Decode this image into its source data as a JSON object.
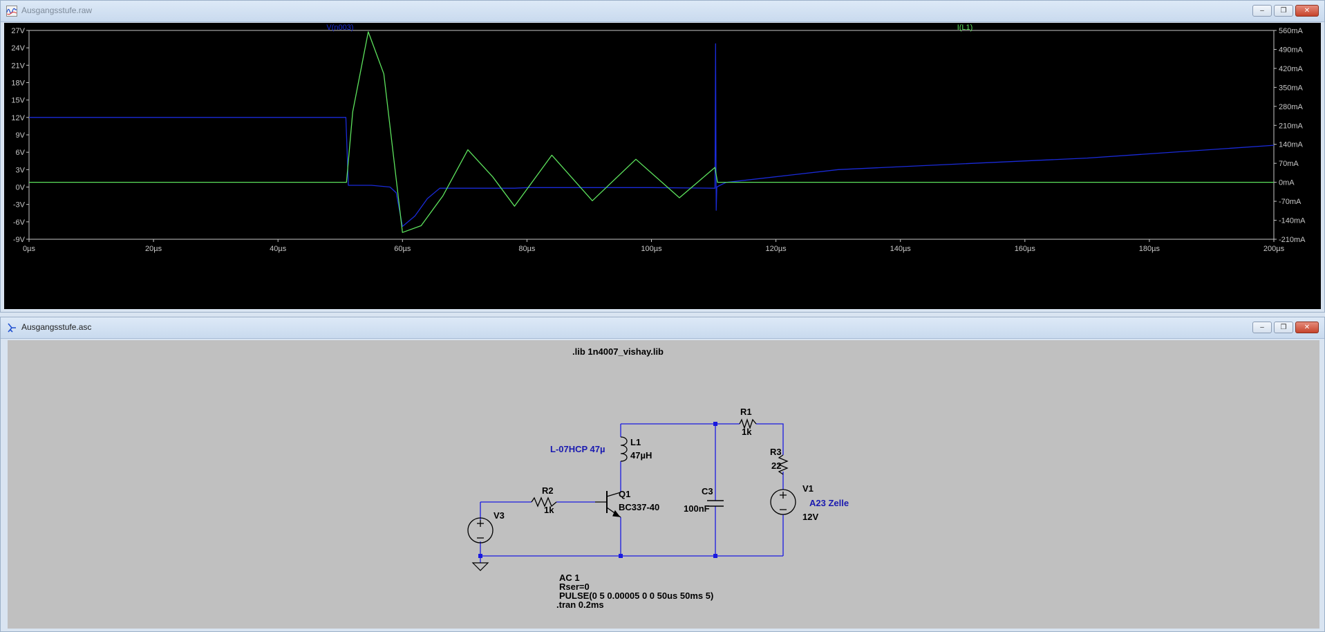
{
  "waveform_window": {
    "title": "Ausgangsstufe.raw",
    "trace_labels": {
      "voltage": "V(n003)",
      "current": "I(L1)"
    }
  },
  "schematic_window": {
    "title": "Ausgangsstufe.asc",
    "directives": {
      "lib": ".lib 1n4007_vishay.lib",
      "ac": "AC 1",
      "rser": "Rser=0",
      "pulse": "PULSE(0 5 0.00005 0 0 50us 50ms 5)",
      "tran": ".tran 0.2ms"
    },
    "components": {
      "R1": {
        "name": "R1",
        "value": "1k"
      },
      "R2": {
        "name": "R2",
        "value": "1k"
      },
      "R3": {
        "name": "R3",
        "value": "22"
      },
      "L1": {
        "name": "L1",
        "value": "47µH",
        "model": "L-07HCP 47µ"
      },
      "Q1": {
        "name": "Q1",
        "value": "BC337-40"
      },
      "C3": {
        "name": "C3",
        "value": "100nF"
      },
      "V1": {
        "name": "V1",
        "value": "12V",
        "model": "A23 Zelle"
      },
      "V3": {
        "name": "V3"
      }
    }
  },
  "colors": {
    "voltage_trace": "#1a2bd9",
    "current_trace": "#5de35d",
    "plot_bg": "#000000",
    "axis_text": "#c8c8c8",
    "schematic_bg": "#c0c0c0",
    "wire": "#1a1ae0",
    "label_blue": "#1a1ab0",
    "label_black": "#000000"
  },
  "icons": {
    "waveform": "waveform-icon",
    "schematic": "schematic-icon",
    "minimize": "minimize-icon",
    "restore": "restore-icon",
    "close": "close-icon"
  },
  "chart_data": {
    "type": "line",
    "x_unit": "µs",
    "xlim": [
      0,
      200
    ],
    "x_ticks": [
      "0µs",
      "20µs",
      "40µs",
      "60µs",
      "80µs",
      "100µs",
      "120µs",
      "140µs",
      "160µs",
      "180µs",
      "200µs"
    ],
    "y_left_ticks": [
      "27V",
      "24V",
      "21V",
      "18V",
      "15V",
      "12V",
      "9V",
      "6V",
      "3V",
      "0V",
      "-3V",
      "-6V",
      "-9V"
    ],
    "y_left_lim": [
      -9,
      27
    ],
    "y_right_ticks": [
      "560mA",
      "490mA",
      "420mA",
      "350mA",
      "280mA",
      "210mA",
      "140mA",
      "70mA",
      "0mA",
      "-70mA",
      "-140mA",
      "-210mA"
    ],
    "y_right_lim": [
      -210,
      560
    ],
    "grid": false,
    "series": [
      {
        "name": "V(n003)",
        "axis": "left",
        "x": [
          0,
          50.9,
          51.3,
          55,
          58,
          59,
          60,
          62,
          64,
          66,
          70,
          78,
          80,
          90,
          100,
          110.2,
          110.3,
          110.4,
          110.5,
          111,
          112,
          130,
          150,
          170,
          200
        ],
        "y": [
          12,
          12,
          0.3,
          0.3,
          0,
          -1,
          -6.8,
          -5,
          -2,
          -0.2,
          -0.2,
          -0.2,
          -0.1,
          -0.1,
          -0.1,
          -0.2,
          24.7,
          -4,
          0,
          0.3,
          0.8,
          3,
          4,
          5,
          7.2
        ]
      },
      {
        "name": "I(L1)",
        "axis": "right",
        "x": [
          0,
          51,
          52,
          54.5,
          57,
          60,
          63,
          66.5,
          70.5,
          74.5,
          78,
          84,
          90.5,
          97.5,
          104.5,
          110.2,
          110.6,
          111.5,
          200
        ],
        "y": [
          0,
          0,
          260,
          555,
          400,
          -185,
          -160,
          -50,
          120,
          20,
          -88,
          100,
          -68,
          85,
          -57,
          55,
          0,
          0,
          0
        ]
      }
    ]
  }
}
